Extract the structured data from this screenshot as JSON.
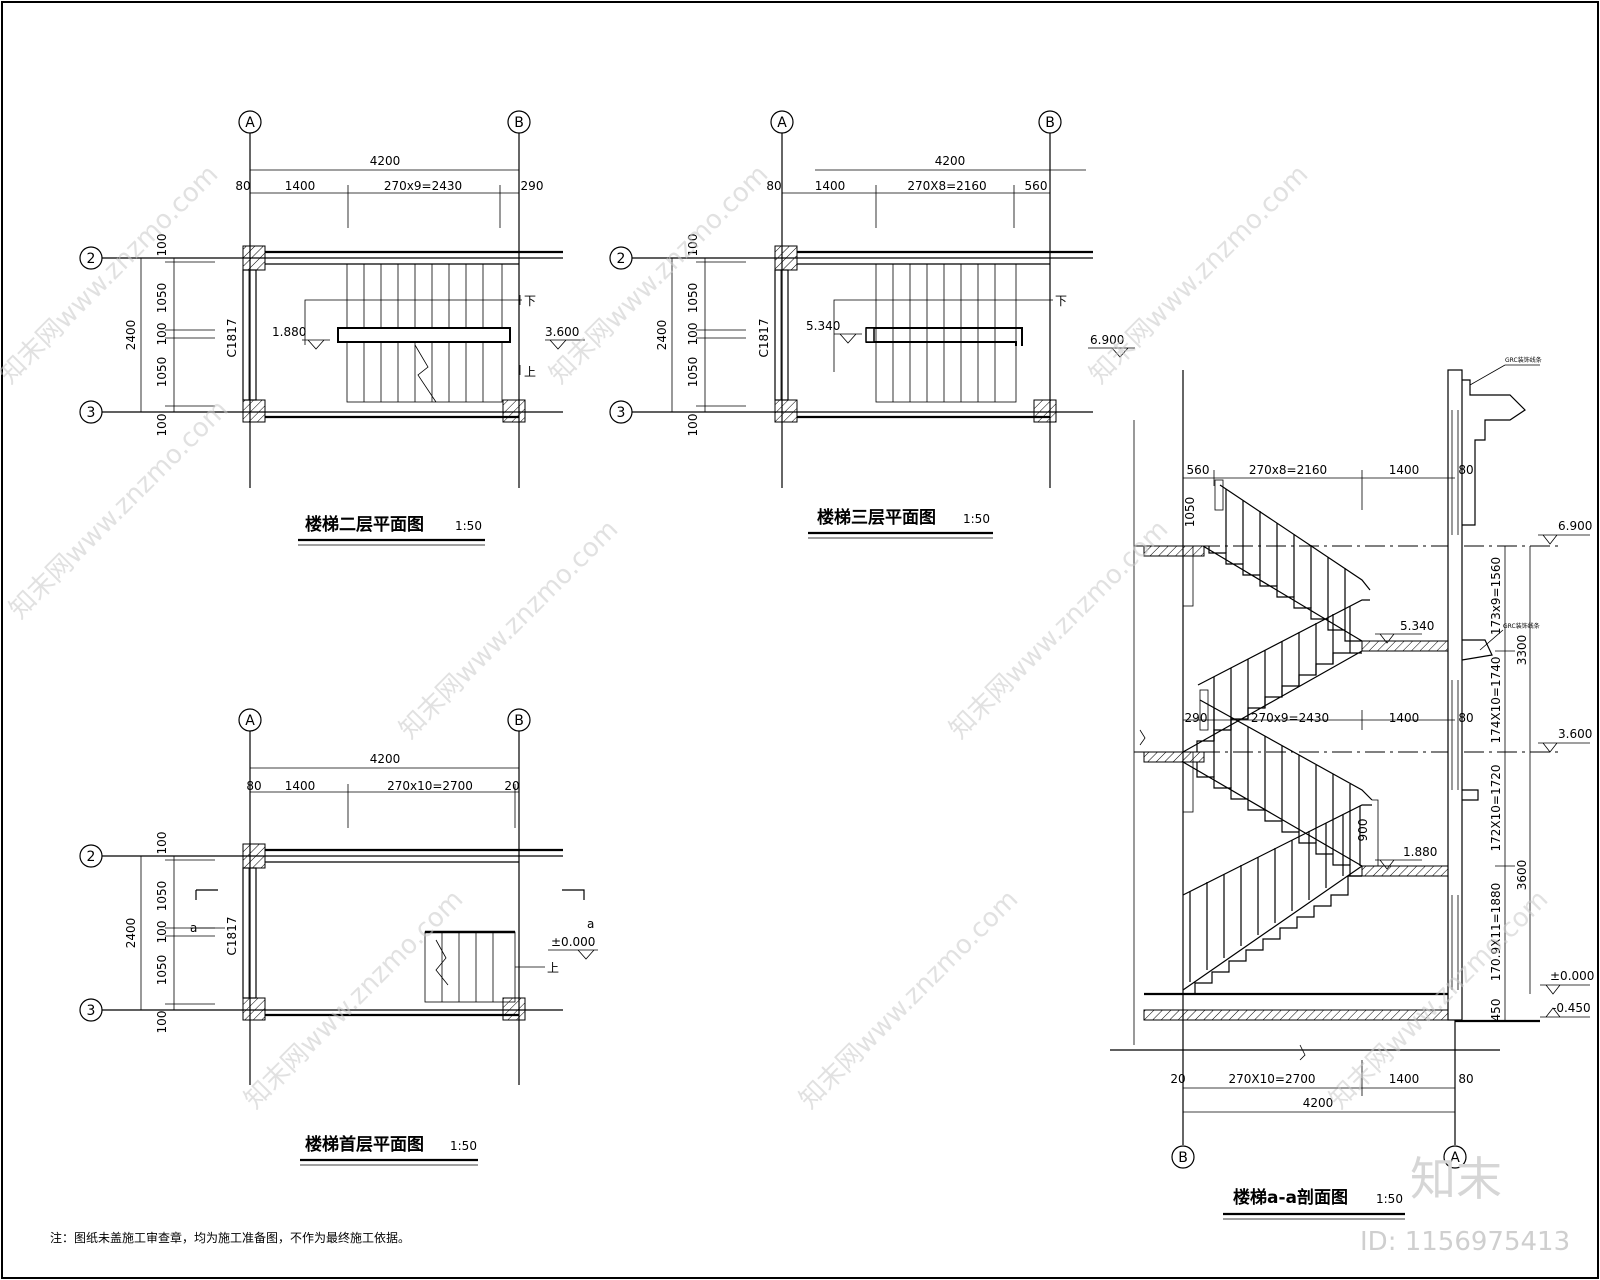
{
  "plans": {
    "second": {
      "title": "楼梯二层平面图",
      "scale": "1:50",
      "grid_a": "A",
      "grid_b": "B",
      "grid_2": "2",
      "grid_3": "3",
      "dim_total": "4200",
      "dim_left": "80",
      "dim_landing": "1400",
      "dim_treads": "270x9=2430",
      "dim_right": "290",
      "v_top": "100",
      "v_1050a": "1050",
      "v_mid": "100",
      "v_1050b": "1050",
      "v_bottom": "100",
      "v_total": "2400",
      "window": "C1817",
      "level_left": "1.880",
      "level_right": "3.600",
      "down_mark": "下",
      "up_mark": "上"
    },
    "third": {
      "title": "楼梯三层平面图",
      "scale": "1:50",
      "grid_a": "A",
      "grid_b": "B",
      "grid_2": "2",
      "grid_3": "3",
      "dim_total": "4200",
      "dim_left": "80",
      "dim_landing": "1400",
      "dim_treads": "270X8=2160",
      "dim_right": "560",
      "v_top": "100",
      "v_1050a": "1050",
      "v_mid": "100",
      "v_1050b": "1050",
      "v_bottom": "100",
      "v_total": "2400",
      "window": "C1817",
      "level_left": "5.340",
      "level_right": "6.900",
      "down_mark": "下"
    },
    "ground": {
      "title": "楼梯首层平面图",
      "scale": "1:50",
      "grid_a": "A",
      "grid_b": "B",
      "grid_2": "2",
      "grid_3": "3",
      "dim_total": "4200",
      "dim_left": "80",
      "dim_landing": "1400",
      "dim_treads": "270x10=2700",
      "dim_right": "20",
      "v_top": "100",
      "v_1050a": "1050",
      "v_mid": "100",
      "v_1050b": "1050",
      "v_bottom": "100",
      "v_total": "2400",
      "window": "C1817",
      "level_right": "±0.000",
      "section_mark": "a",
      "up_mark": "上"
    }
  },
  "section": {
    "title": "楼梯a-a剖面图",
    "scale": "1:50",
    "grid_b": "B",
    "grid_a": "A",
    "top_dim_left": "560",
    "top_dim_treads": "270x8=2160",
    "top_dim_landing": "1400",
    "top_dim_right": "80",
    "mid_dim_left": "290",
    "mid_dim_treads": "270x9=2430",
    "mid_dim_landing": "1400",
    "mid_dim_right": "80",
    "bot_dim_left": "20",
    "bot_dim_treads": "270X10=2700",
    "bot_dim_landing": "1400",
    "bot_dim_right": "80",
    "bot_dim_total": "4200",
    "rail_height_top": "1050",
    "rail_height_mid": "900",
    "level_6900": "6.900",
    "level_5340": "5.340",
    "level_3600": "3.600",
    "level_1880": "1.880",
    "level_0": "±0.000",
    "level_neg": "-0.450",
    "v_flight3": "173x9=1560",
    "v_storey2": "3300",
    "v_flight2": "174X10=1740",
    "v_flight1b": "172X10=1720",
    "v_storey1": "3600",
    "v_flight1a": "170.9X11=1880",
    "v_plinth": "450",
    "detail_callout": "GRC装饰线条"
  },
  "footnote": "注：图纸未盖施工审查章，均为施工准备图，不作为最终施工依据。",
  "watermark": {
    "text": "知末网www.znzmo.com",
    "logo": "知末",
    "id": "ID: 1156975413"
  }
}
